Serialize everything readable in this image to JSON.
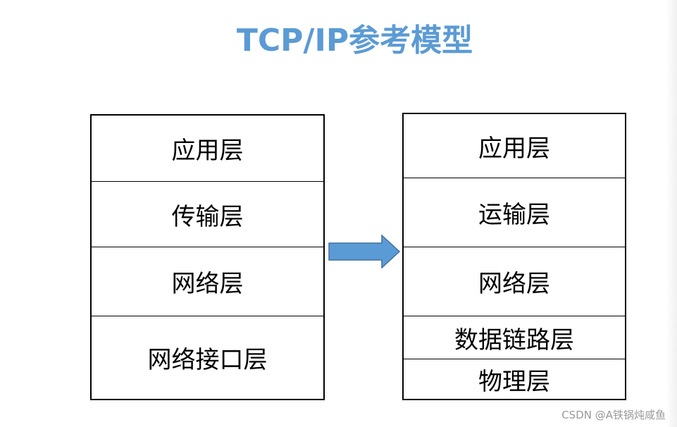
{
  "title": "TCP/IP参考模型",
  "left_model": {
    "layers": [
      {
        "label": "应用层"
      },
      {
        "label": "传输层"
      },
      {
        "label": "网络层"
      },
      {
        "label": "网络接口层"
      }
    ]
  },
  "right_model": {
    "layers": [
      {
        "label": "应用层"
      },
      {
        "label": "运输层"
      },
      {
        "label": "网络层"
      },
      {
        "label": "数据链路层"
      },
      {
        "label": "物理层"
      }
    ]
  },
  "colors": {
    "title": "#5b9bd5",
    "arrow_fill": "#5b9bd5",
    "arrow_stroke": "#41719c"
  },
  "watermark": "CSDN @A铁锅炖咸鱼"
}
